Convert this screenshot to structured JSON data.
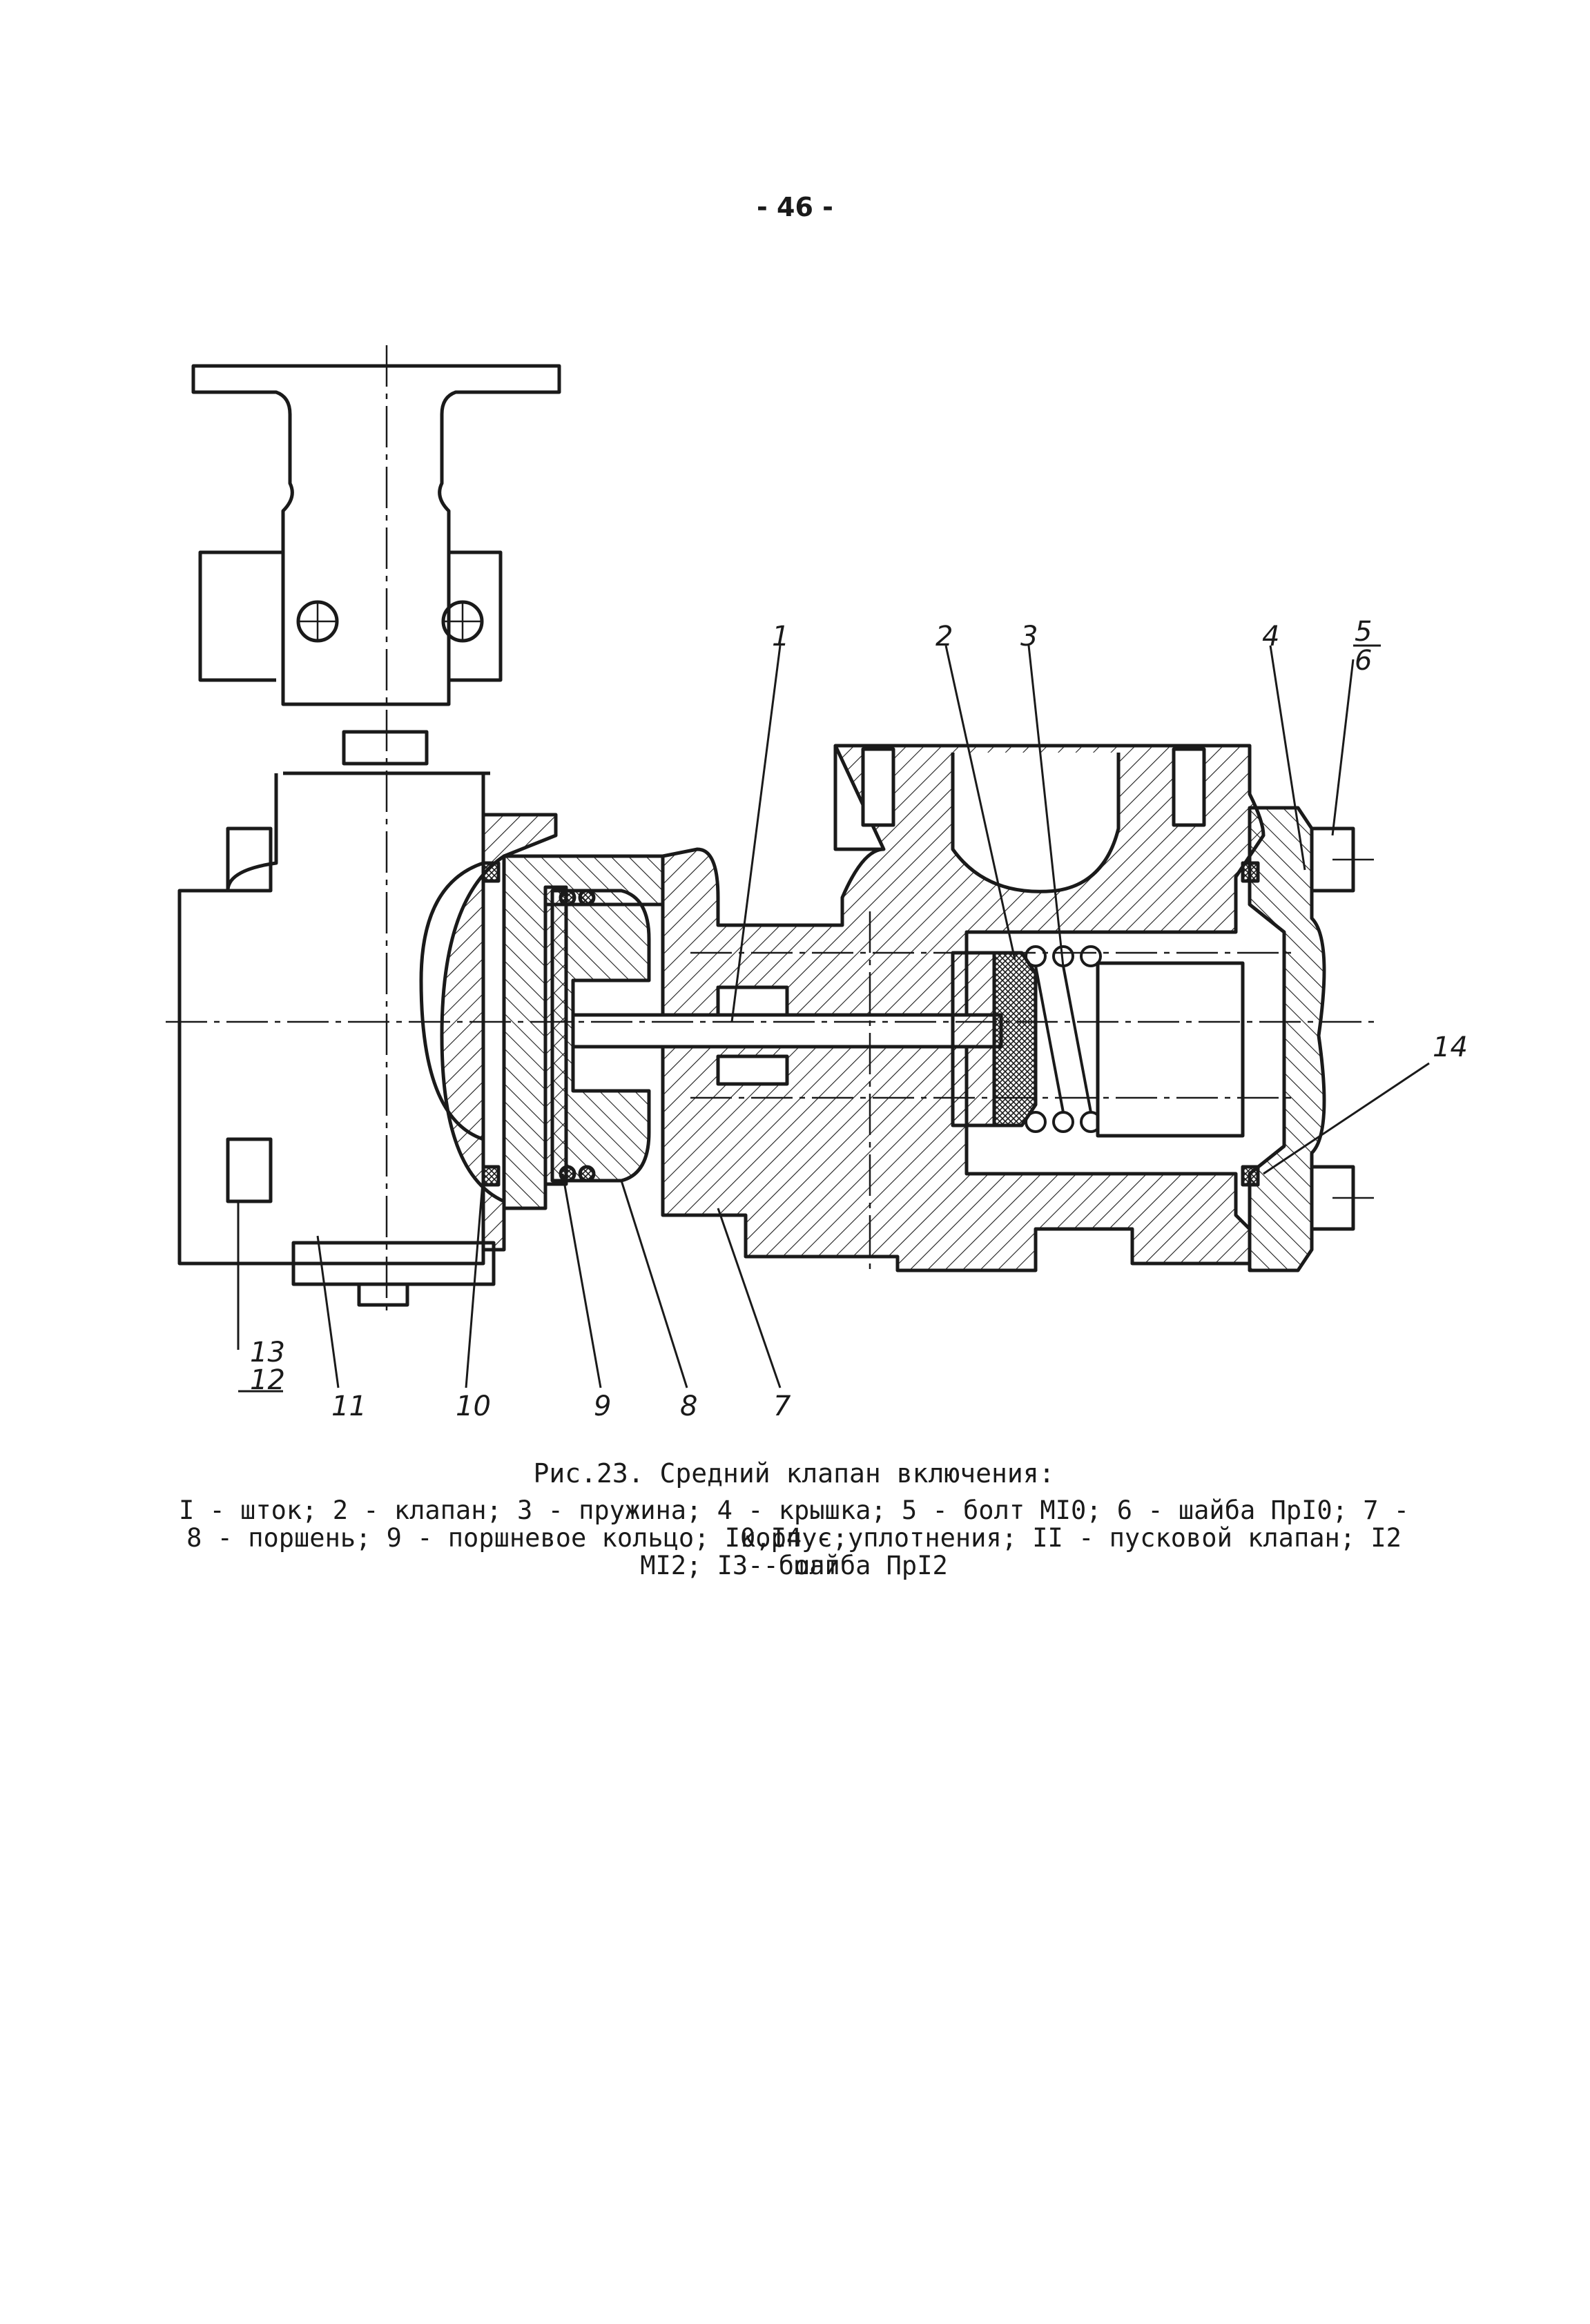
{
  "page_number": "- 46 -",
  "figure": {
    "caption_title": "Рис.23. Средний клапан включения:",
    "legend_lines": [
      "I - шток; 2 - клапан; 3 - пружина; 4 - крышка; 5 - болт MI0; 6 - шайба ПрI0; 7 - корпус;",
      "8 - поршень; 9 - поршневое кольцо; I0,I4 - уплотнения; II - пусковой клапан; I2 - болт",
      "MI2; I3 - шайба ПрI2"
    ],
    "callouts": {
      "c1": "1",
      "c2": "2",
      "c3": "3",
      "c4": "4",
      "c5": "5",
      "c6": "6",
      "c7": "7",
      "c8": "8",
      "c9": "9",
      "c10": "10",
      "c11": "11",
      "c12": "12",
      "c13": "13",
      "c14": "14"
    }
  }
}
